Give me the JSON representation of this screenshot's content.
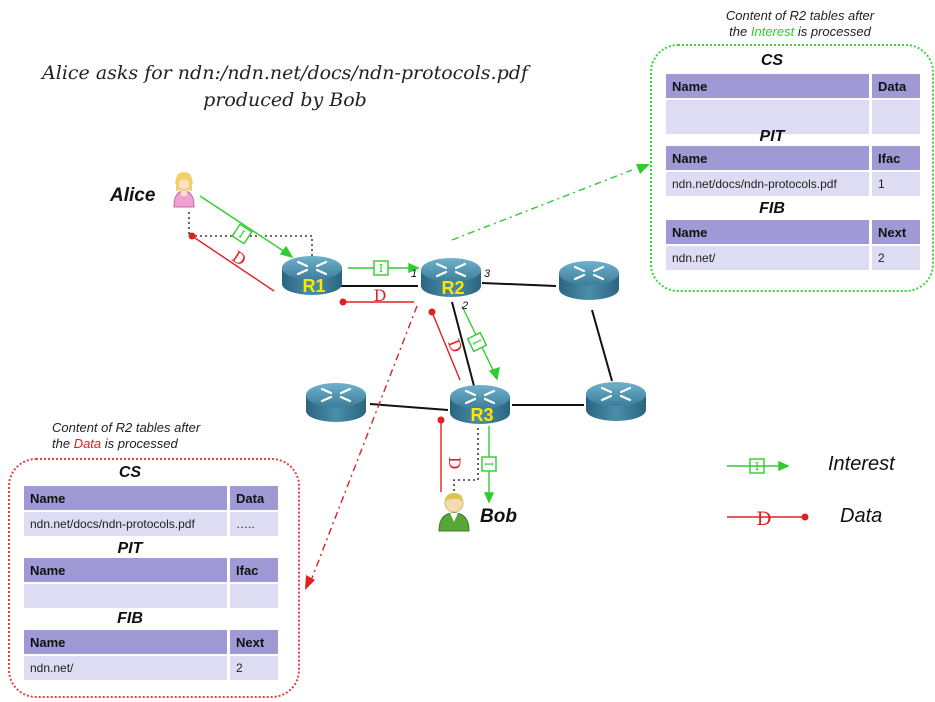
{
  "title_line1": "Alice asks for ndn:/ndn.net/docs/ndn-protocols.pdf",
  "title_line2": "produced by Bob",
  "actors": {
    "alice": "Alice",
    "bob": "Bob"
  },
  "routers": {
    "r1": "R1",
    "r2": "R2",
    "r3": "R3"
  },
  "ports": {
    "p1": "1",
    "p2": "2",
    "p3": "3"
  },
  "packet_letters": {
    "interest": "I",
    "data": "D"
  },
  "interest_panel": {
    "caption_line1": "Content of R2 tables after",
    "caption_prefix": "the ",
    "caption_highlight": "Interest",
    "caption_suffix": " is processed",
    "cs": {
      "title": "CS",
      "headers": [
        "Name",
        "Data"
      ],
      "rows": [
        [
          "",
          ""
        ]
      ]
    },
    "pit": {
      "title": "PIT",
      "headers": [
        "Name",
        "Ifac"
      ],
      "rows": [
        [
          "ndn.net/docs/ndn-protocols.pdf",
          "1"
        ]
      ]
    },
    "fib": {
      "title": "FIB",
      "headers": [
        "Name",
        "Next"
      ],
      "rows": [
        [
          "ndn.net/",
          "2"
        ]
      ]
    }
  },
  "data_panel": {
    "caption_line1": "Content of R2 tables after",
    "caption_prefix": "the ",
    "caption_highlight": "Data",
    "caption_suffix": " is processed",
    "cs": {
      "title": "CS",
      "headers": [
        "Name",
        "Data"
      ],
      "rows": [
        [
          "ndn.net/docs/ndn-protocols.pdf",
          "….."
        ]
      ]
    },
    "pit": {
      "title": "PIT",
      "headers": [
        "Name",
        "Ifac"
      ],
      "rows": [
        [
          "",
          ""
        ]
      ]
    },
    "fib": {
      "title": "FIB",
      "headers": [
        "Name",
        "Next"
      ],
      "rows": [
        [
          "ndn.net/",
          "2"
        ]
      ]
    }
  },
  "legend": {
    "interest": "Interest",
    "data": "Data"
  },
  "colors": {
    "interest": "#2ecc2e",
    "data": "#e02020",
    "router": "#3f7d97",
    "header": "#9f9ad6",
    "cell": "#dedcf3"
  }
}
